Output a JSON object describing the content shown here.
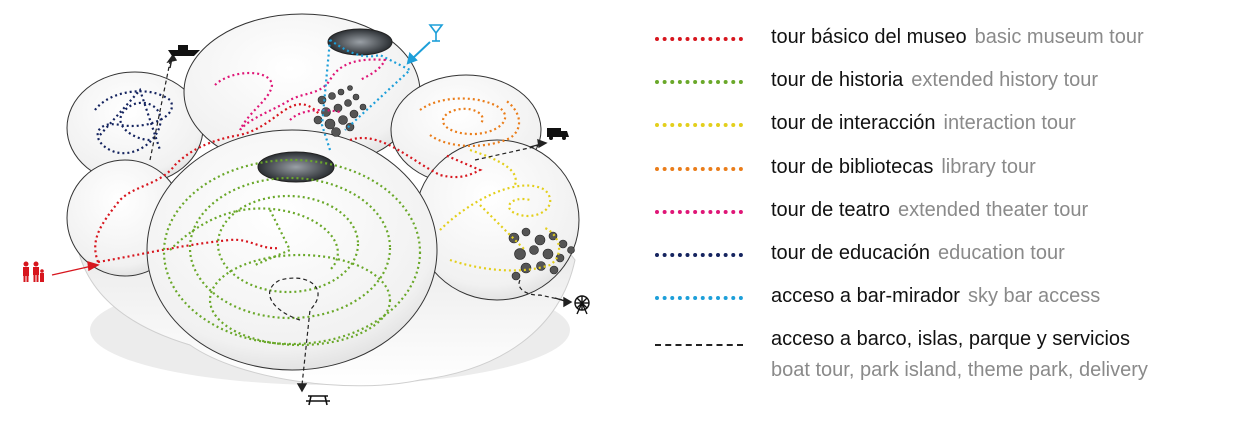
{
  "legend": {
    "items": [
      {
        "es": "tour básico del museo",
        "en": "basic museum tour",
        "color": "#d7161e",
        "style": "dotted"
      },
      {
        "es": "tour de historia",
        "en": "extended history tour",
        "color": "#6aa82a",
        "style": "dotted"
      },
      {
        "es": "tour de interacción",
        "en": "interaction tour",
        "color": "#e3cf1c",
        "style": "dotted"
      },
      {
        "es": "tour de bibliotecas",
        "en": "library tour",
        "color": "#ea7d1a",
        "style": "dotted"
      },
      {
        "es": "tour de teatro",
        "en": "extended theater tour",
        "color": "#df1677",
        "style": "dotted"
      },
      {
        "es": "tour de educación",
        "en": "education tour",
        "color": "#15245f",
        "style": "dotted"
      },
      {
        "es": "acceso a bar-mirador",
        "en": "sky bar access",
        "color": "#1d9fd9",
        "style": "dotted"
      },
      {
        "es": "acceso a barco, islas, parque y servicios",
        "en": "boat tour, park island, theme park, delivery",
        "color": "#222222",
        "style": "dashed"
      }
    ]
  },
  "icons": {
    "visitors": "visitors-icon",
    "boat": "boat-icon",
    "cocktail": "cocktail-glass-icon",
    "delivery": "delivery-truck-icon",
    "ferris_wheel": "ferris-wheel-icon",
    "picnic_table": "picnic-table-icon"
  }
}
